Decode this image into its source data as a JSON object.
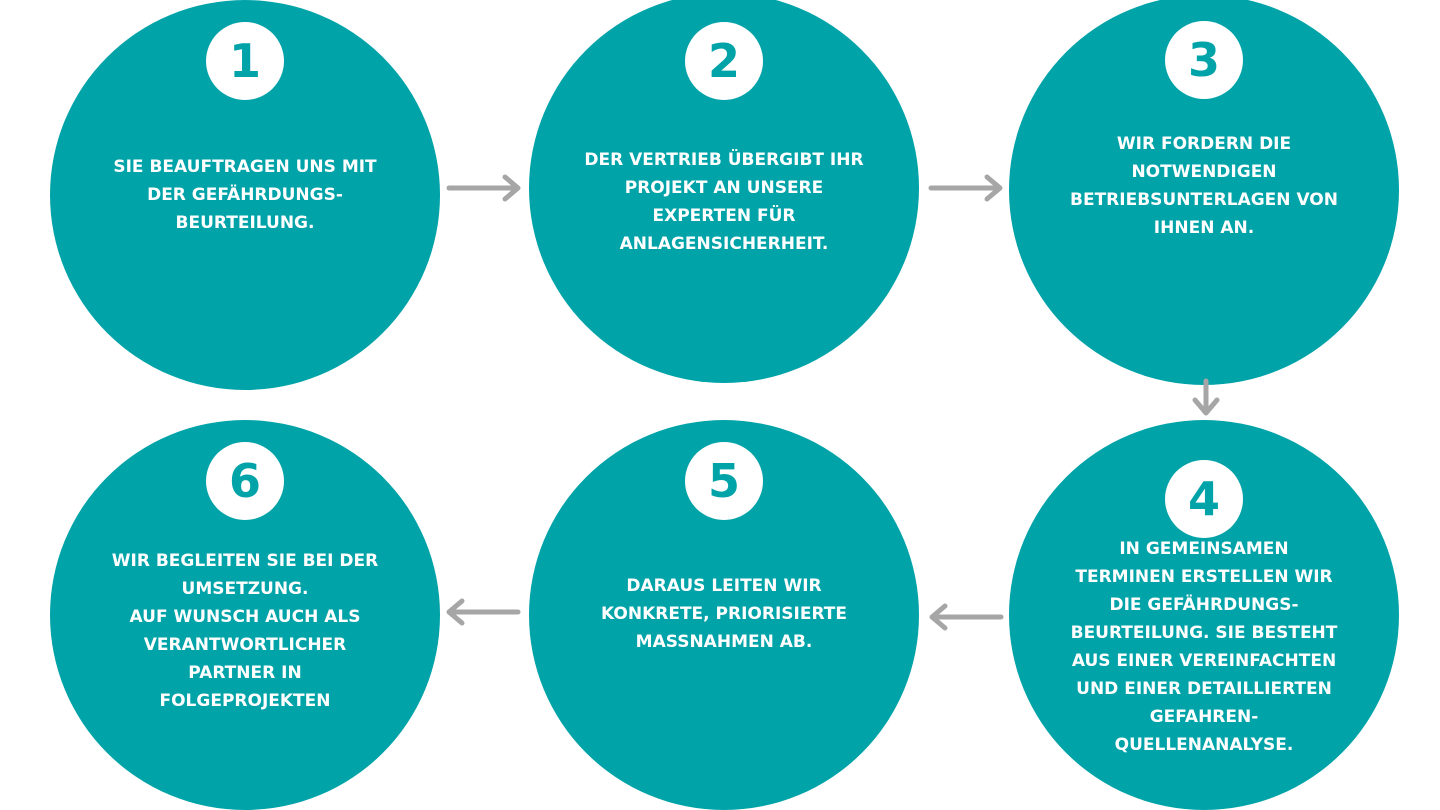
{
  "colors": {
    "circle": "#00a3a8",
    "badge_bg": "#ffffff",
    "arrow": "#a6a6a6"
  },
  "steps": [
    {
      "number": "1",
      "text": "SIE BEAUFTRAGEN UNS MIT\nDER GEFÄHRDUNGS-\nBEURTEILUNG."
    },
    {
      "number": "2",
      "text": "DER VERTRIEB ÜBERGIBT IHR\nPROJEKT AN UNSERE\nEXPERTEN FÜR\nANLAGENSICHERHEIT."
    },
    {
      "number": "3",
      "text": "WIR FORDERN DIE\nNOTWENDIGEN\nBETRIEBSUNTERLAGEN VON\nIHNEN AN."
    },
    {
      "number": "4",
      "text": "IN GEMEINSAMEN\nTERMINEN  ERSTELLEN WIR\nDIE GEFÄHRDUNGS-\nBEURTEILUNG. SIE BESTEHT\nAUS EINER VEREINFACHTEN\nUND EINER DETAILLIERTEN\nGEFAHREN-\nQUELLENANALYSE."
    },
    {
      "number": "5",
      "text": "DARAUS LEITEN WIR\nKONKRETE, PRIORISIERTE\nMASSNAHMEN AB."
    },
    {
      "number": "6",
      "text": "WIR BEGLEITEN SIE BEI DER\nUMSETZUNG.\nAUF WUNSCH AUCH ALS\nVERANTWORTLICHER\nPARTNER IN\nFOLGEPROJEKTEN"
    }
  ]
}
